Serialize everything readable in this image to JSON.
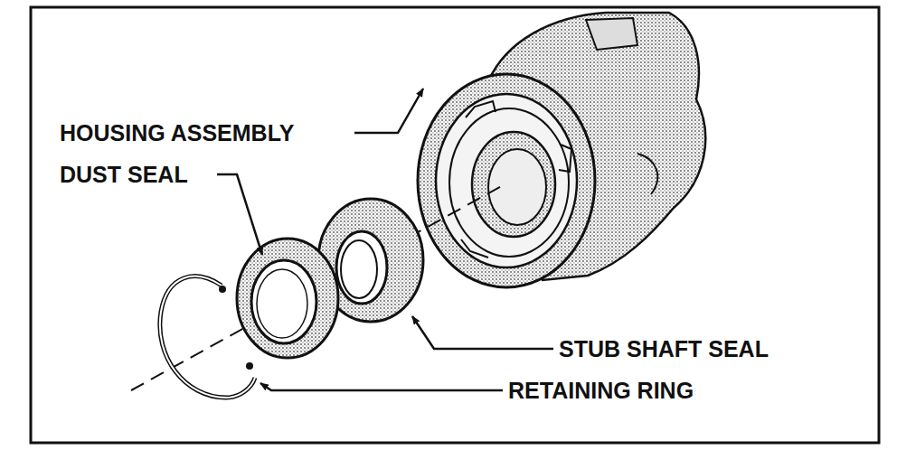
{
  "diagram": {
    "labels": [
      "HOUSING ASSEMBLY",
      "DUST SEAL",
      "STUB SHAFT SEAL",
      "RETAINING RING"
    ]
  }
}
